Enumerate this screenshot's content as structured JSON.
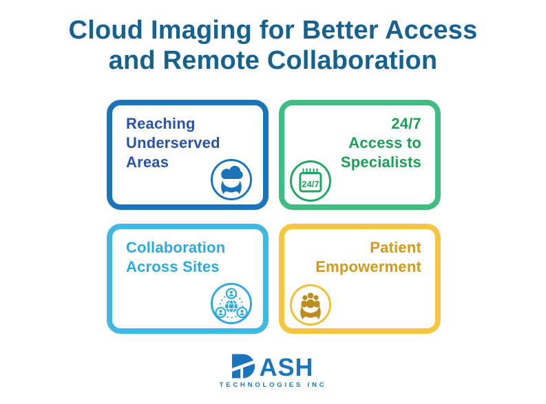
{
  "title": {
    "line1": "Cloud Imaging for Better Access",
    "line2": "and Remote Collaboration"
  },
  "cards": [
    {
      "name": "reaching-underserved-areas",
      "lines": [
        "Reaching",
        "Underserved",
        "Areas"
      ],
      "icon": "hands-holding-cloud-icon",
      "border_color": "#1b74ba",
      "text_color": "#2a52a5"
    },
    {
      "name": "24-7-access-to-specialists",
      "lines": [
        "24/7",
        "Access to",
        "Specialists"
      ],
      "icon": "calendar-24-7-icon",
      "calendar_label": "24/7",
      "border_color": "#41bd83",
      "text_color": "#1d9e57"
    },
    {
      "name": "collaboration-across-sites",
      "lines": [
        "Collaboration",
        "Across Sites"
      ],
      "icon": "network-globe-icon",
      "border_color": "#41b8e4",
      "text_color": "#2ea9e0"
    },
    {
      "name": "patient-empowerment",
      "lines": [
        "Patient",
        "Empowerment"
      ],
      "icon": "hands-holding-people-icon",
      "border_color": "#f7c640",
      "text_color": "#d0991f"
    }
  ],
  "logo": {
    "brand": "DASH",
    "wordmark_rest": "ASH",
    "subtitle": "TECHNOLOGIES INC",
    "color": "#1b75bc"
  },
  "colors": {
    "title": "#16618e",
    "background": "#ffffff"
  }
}
